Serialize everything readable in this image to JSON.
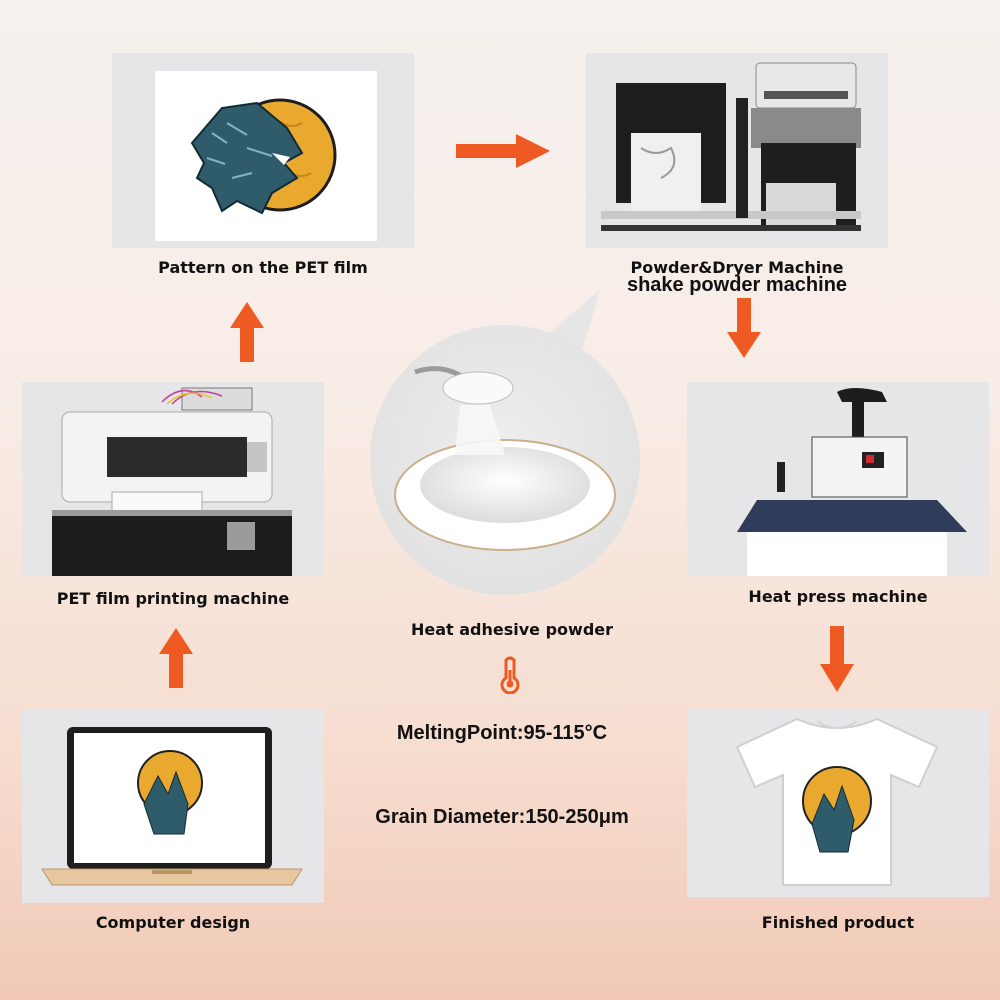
{
  "steps": {
    "pattern": {
      "label": "Pattern on the PET film"
    },
    "powder_dryer": {
      "label": "Powder&Dryer Machine",
      "sublabel": "shake powder machine"
    },
    "printer": {
      "label": "PET film printing machine"
    },
    "heat_press": {
      "label": "Heat press machine"
    },
    "computer": {
      "label": "Computer design"
    },
    "finished": {
      "label": "Finished product"
    }
  },
  "powder": {
    "label": "Heat adhesive powder",
    "melting_point": "MeltingPoint:95-115°C",
    "grain_diameter": "Grain Diameter:150-250μm"
  },
  "colors": {
    "arrow": "#ef5a23",
    "panel": "#e6e6e8",
    "moon": "#e8a92e",
    "wolf": "#2f5c6b"
  },
  "icons": [
    "arrow-right-icon",
    "arrow-up-icon",
    "arrow-down-icon",
    "thermometer-icon"
  ]
}
